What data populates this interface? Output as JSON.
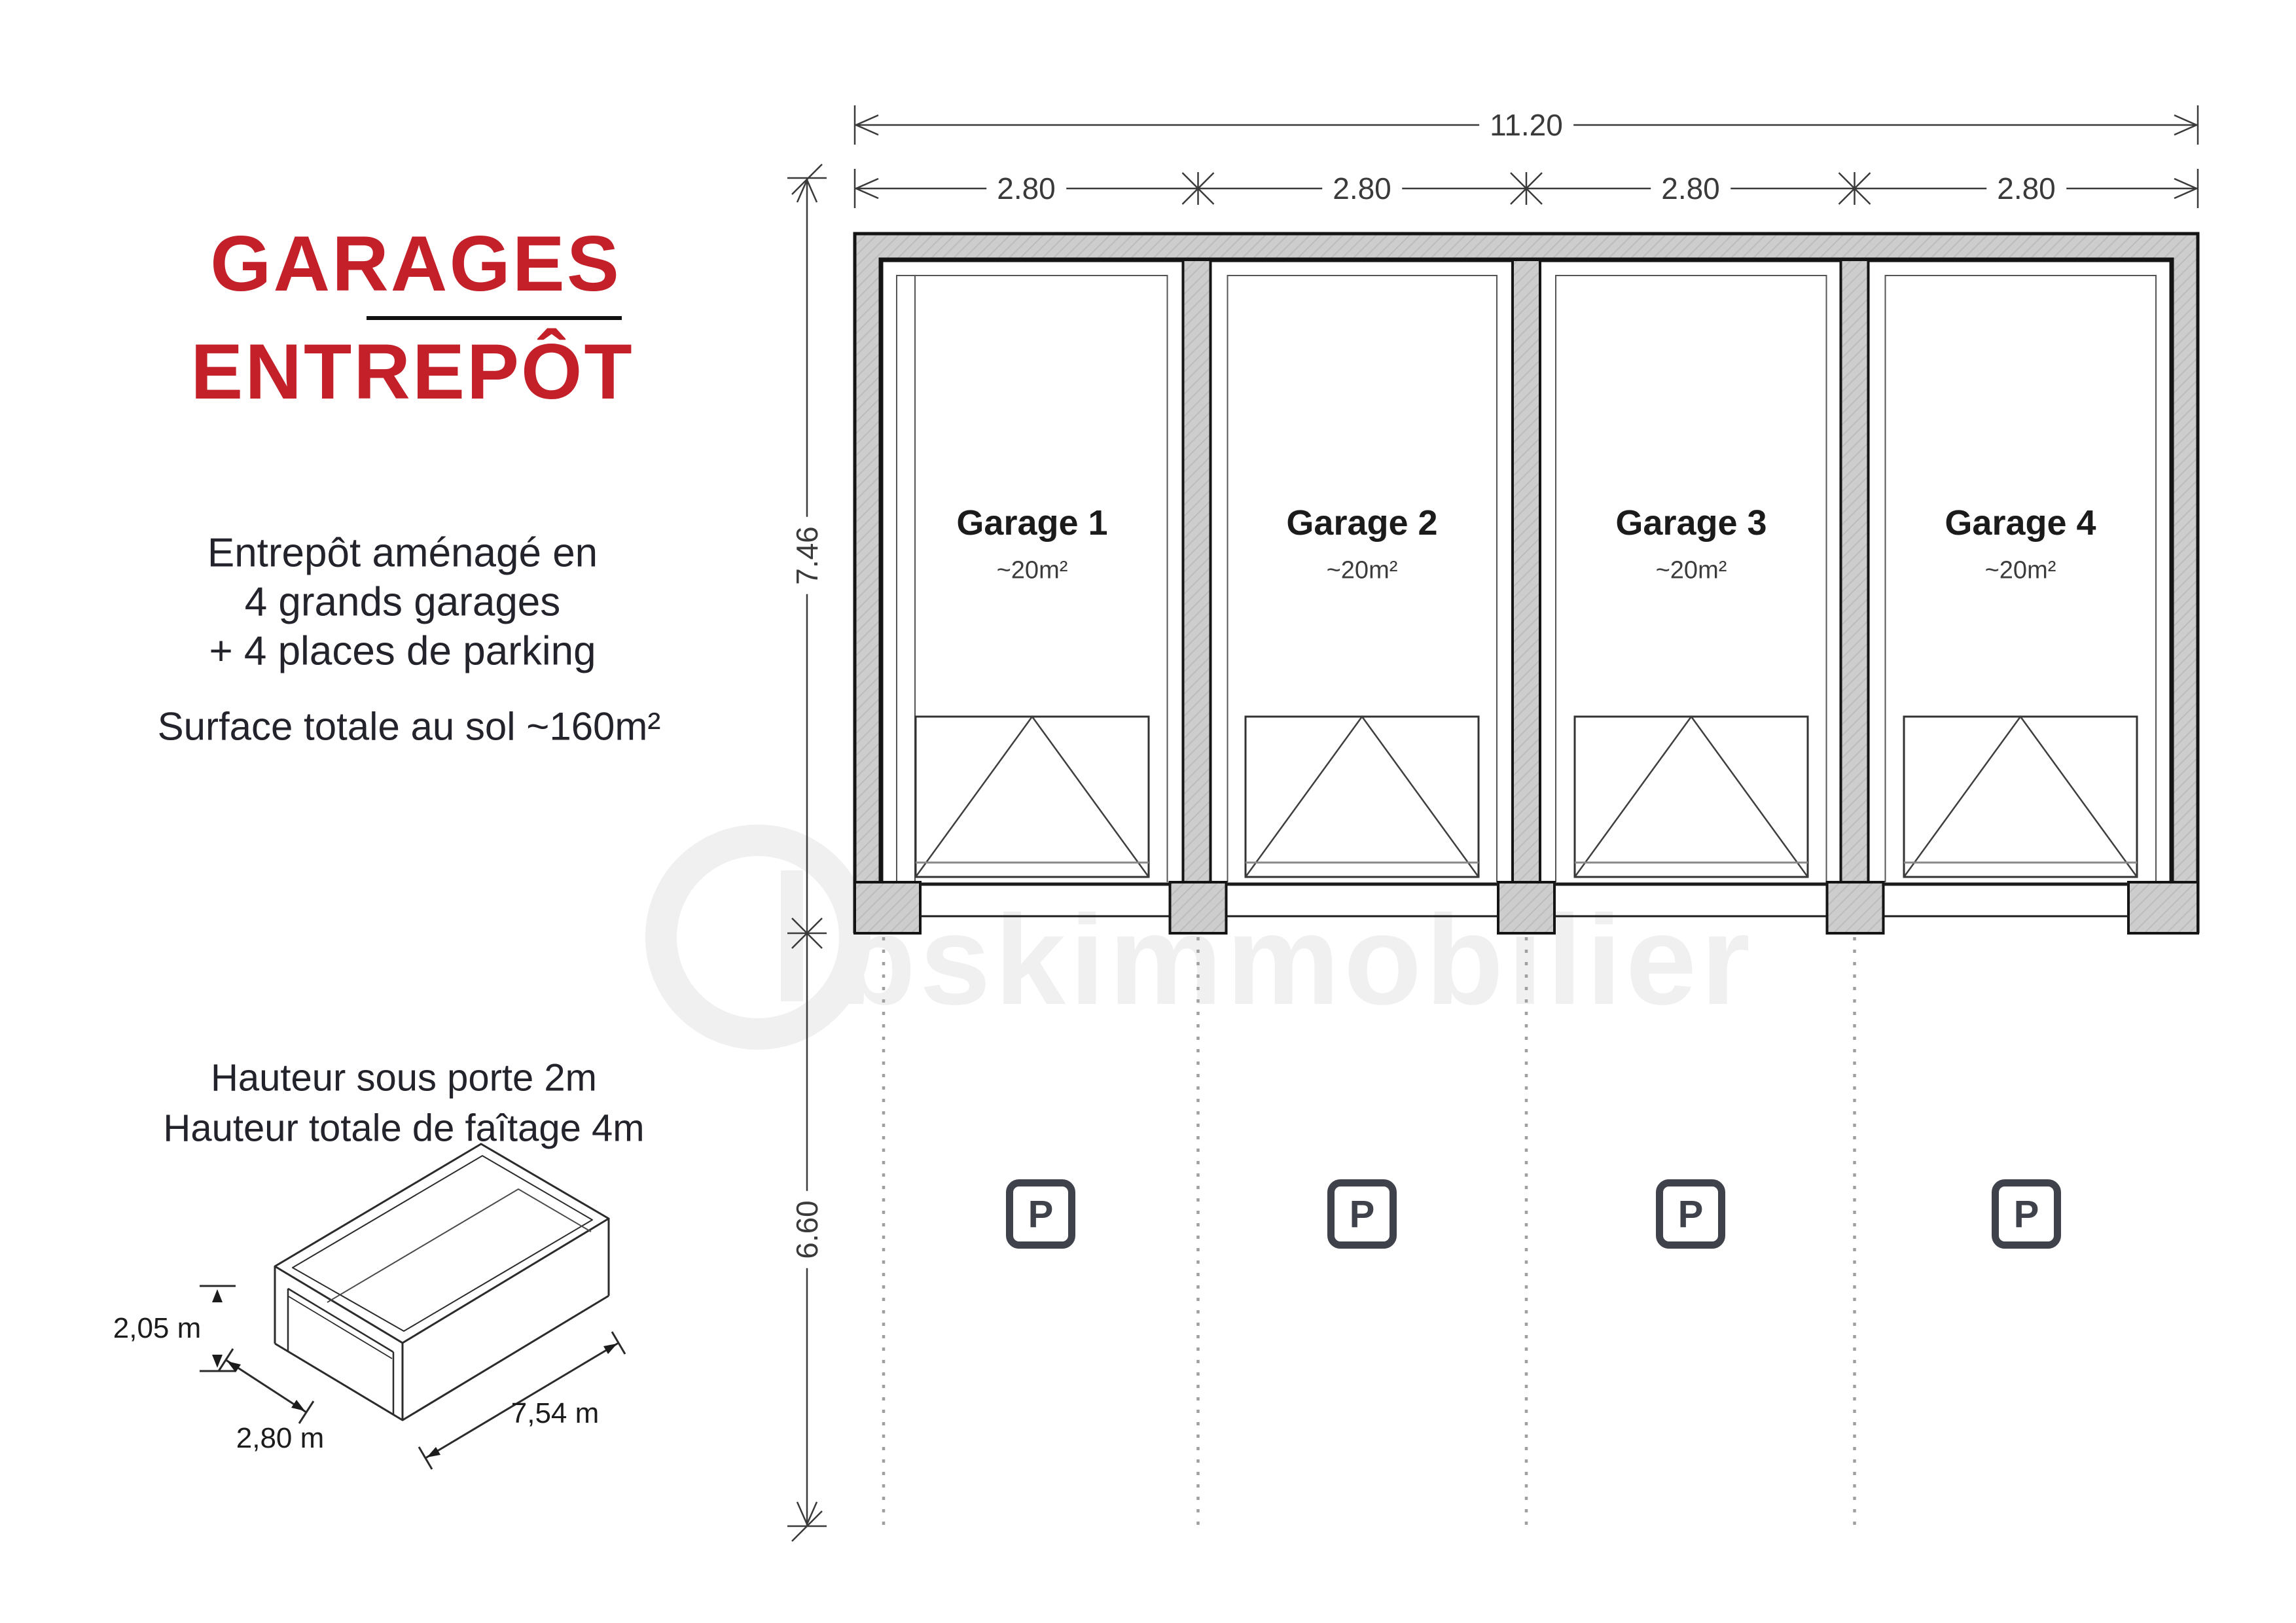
{
  "title": {
    "line1": "GARAGES",
    "line2": "ENTREPÔT"
  },
  "description": {
    "lines": [
      "Entrepôt aménagé en",
      "4 grands garages",
      "+ 4 places de parking"
    ],
    "surface": "Surface totale au sol ~160m²"
  },
  "heights": {
    "line1": "Hauteur sous porte 2m",
    "line2": "Hauteur totale de faîtage 4m"
  },
  "box3d": {
    "height": "2,05 m",
    "width": "2,80 m",
    "depth": "7,54 m"
  },
  "plan": {
    "total_width": "11.20",
    "bay_widths": [
      "2.80",
      "2.80",
      "2.80",
      "2.80"
    ],
    "garage_depth": "7.46",
    "parking_depth": "6.60",
    "garages": [
      {
        "name": "Garage 1",
        "area": "~20m²"
      },
      {
        "name": "Garage 2",
        "area": "~20m²"
      },
      {
        "name": "Garage 3",
        "area": "~20m²"
      },
      {
        "name": "Garage 4",
        "area": "~20m²"
      }
    ],
    "parking_label": "P",
    "parking_count": 4
  },
  "watermark": {
    "text": "bskimmobilier"
  },
  "colors": {
    "accent_red": "#c3202a",
    "wall_gray": "#cdcdcd",
    "line_dark": "#141414",
    "dim_gray": "#3a3a3a"
  }
}
